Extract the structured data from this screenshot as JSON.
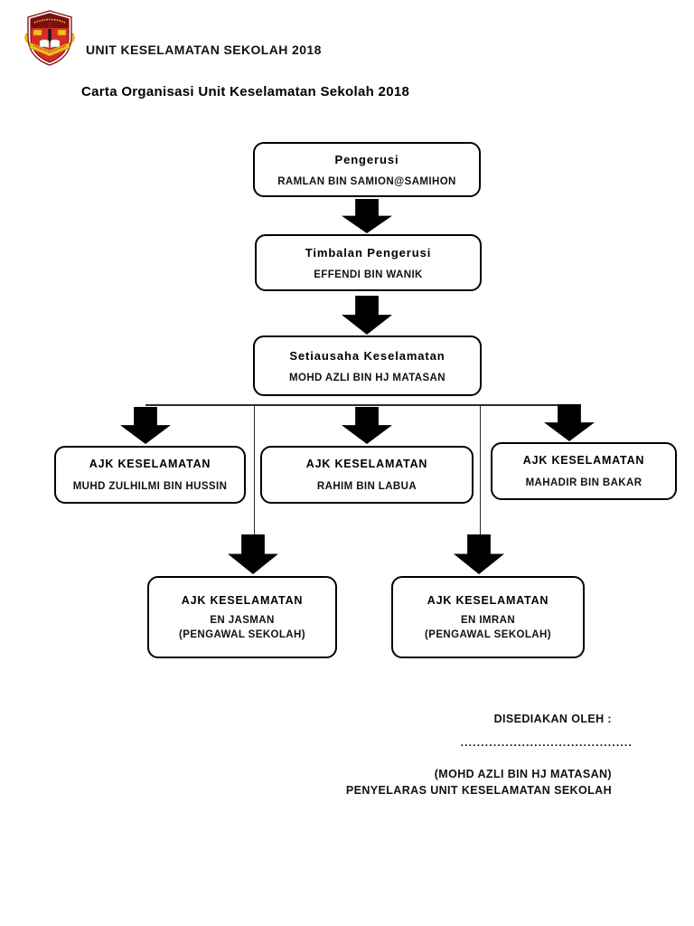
{
  "header": {
    "logo": "school-crest",
    "title": "UNIT KESELAMATAN SEKOLAH 2018"
  },
  "document_title": "Carta Organisasi Unit Keselamatan Sekolah 2018",
  "org_chart": {
    "chairman": {
      "role": "Pengerusi",
      "name": "RAMLAN BIN SAMION@SAMIHON"
    },
    "deputy": {
      "role": "Timbalan Pengerusi",
      "name": "EFFENDI BIN WANIK"
    },
    "secretary": {
      "role": "Setiausaha Keselamatan",
      "name": "MOHD AZLI BIN HJ MATASAN"
    },
    "committee": [
      {
        "role": "AJK KESELAMATAN",
        "name": "MUHD ZULHILMI BIN HUSSIN"
      },
      {
        "role": "AJK KESELAMATAN",
        "name": "RAHIM BIN LABUA"
      },
      {
        "role": "AJK KESELAMATAN",
        "name": "MAHADIR BIN BAKAR"
      }
    ],
    "guards": [
      {
        "role": "AJK KESELAMATAN",
        "name": "EN JASMAN",
        "note": "(PENGAWAL SEKOLAH)"
      },
      {
        "role": "AJK KESELAMATAN",
        "name": "EN IMRAN",
        "note": "(PENGAWAL SEKOLAH)"
      }
    ]
  },
  "footer": {
    "prepared_by_label": "DISEDIAKAN OLEH :",
    "signature_line": "..........................................",
    "signer_name": "(MOHD AZLI BIN HJ MATASAN)",
    "signer_title": "PENYELARAS UNIT KESELAMATAN SEKOLAH"
  },
  "colors": {
    "page_background": "#ffffff",
    "text": "#1a1a1a",
    "box_border": "#000000",
    "arrow": "#000000",
    "crest_red": "#d92b26",
    "crest_maroon": "#7a1013",
    "crest_yellow": "#f3c01c",
    "crest_green": "#2e7d32"
  }
}
